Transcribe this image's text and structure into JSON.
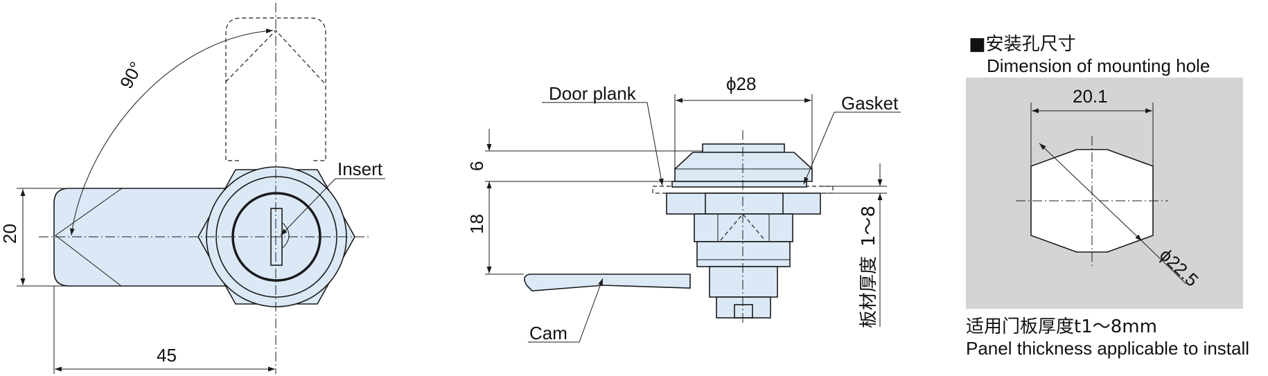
{
  "front_view": {
    "angle_label": "90°",
    "insert_label": "Insert",
    "height_dim": "20",
    "width_dim": "45"
  },
  "side_view": {
    "door_plank_label": "Door plank",
    "diameter_label": "ϕ28",
    "gasket_label": "Gasket",
    "top_dim": "6",
    "body_dim": "18",
    "panel_thickness_cn": "板材厚度",
    "panel_thickness_range": "1～8",
    "cam_label": "Cam"
  },
  "mounting_hole": {
    "title_cn": "■安装孔尺寸",
    "title_en": "Dimension of mounting hole",
    "width_dim": "20.1",
    "diameter_dim": "ϕ22.5",
    "note_cn": "适用门板厚度t1～8mm",
    "note_en": "Panel thickness applicable to install"
  },
  "colors": {
    "part_fill": "#dbe9f7",
    "hole_background": "#d4d4d4",
    "line": "#1a1a1a"
  }
}
